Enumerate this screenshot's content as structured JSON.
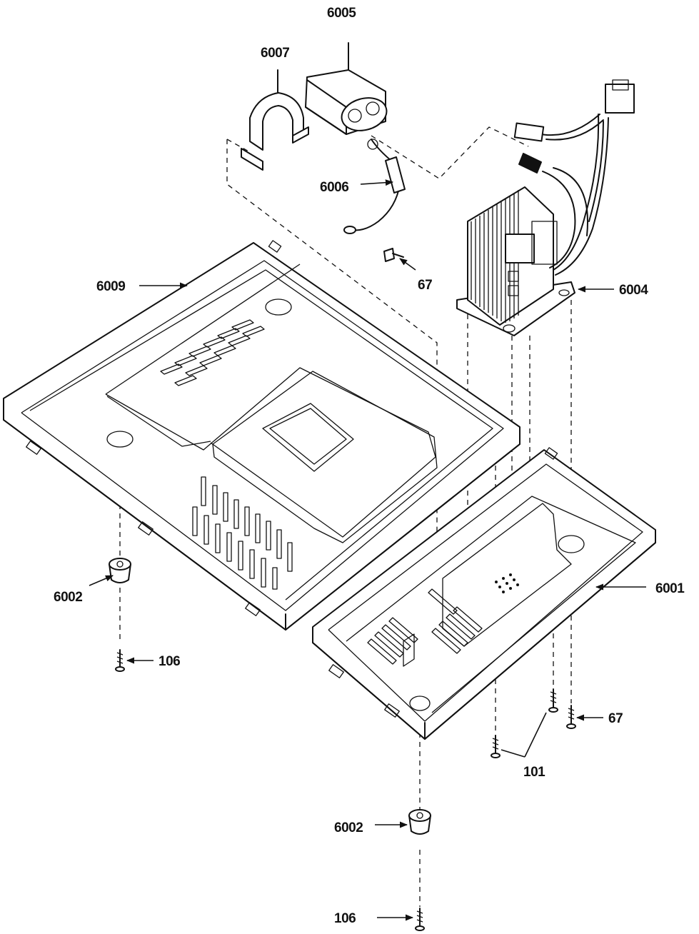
{
  "callouts": {
    "c6005": "6005",
    "c6007": "6007",
    "c6006": "6006",
    "c67_top": "67",
    "c6009": "6009",
    "c6004": "6004",
    "c6001": "6001",
    "c6002_left": "6002",
    "c106_left": "106",
    "c67_bottom": "67",
    "c101": "101",
    "c6002_bottom": "6002",
    "c106_bottom": "106"
  }
}
